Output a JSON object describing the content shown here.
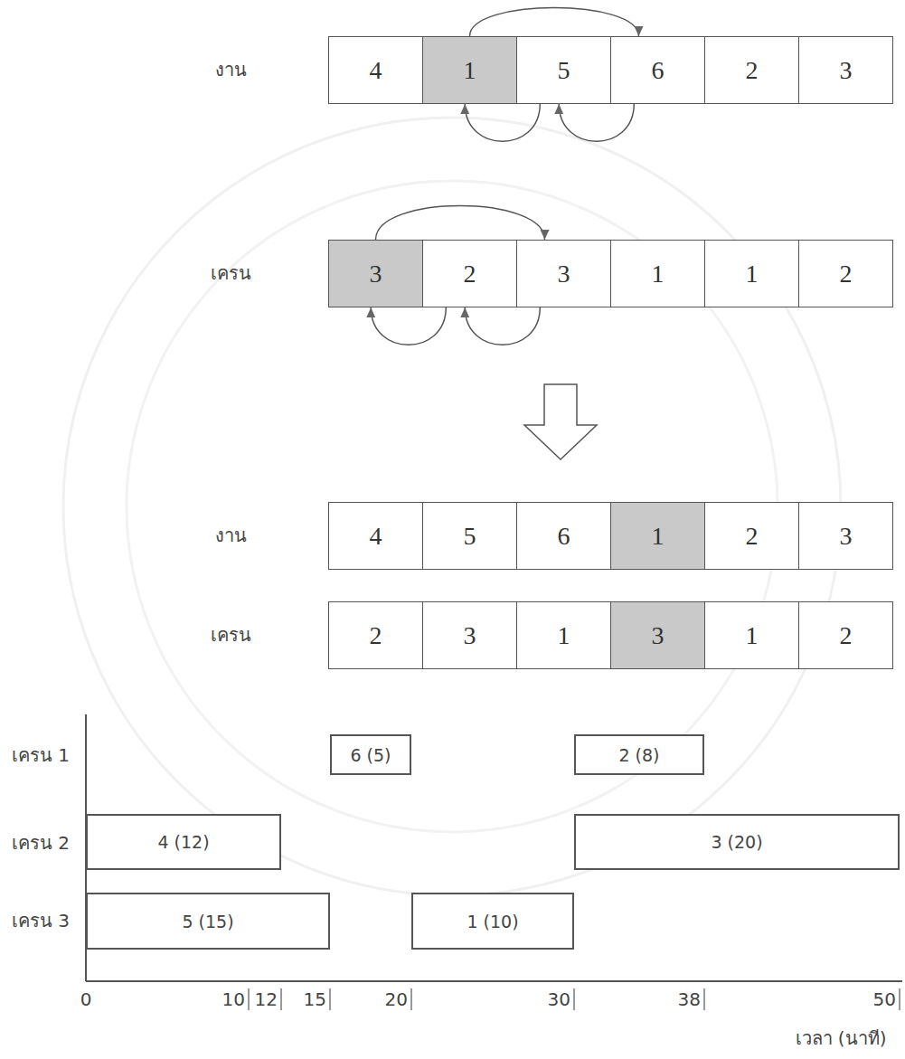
{
  "diagram": {
    "nodes": [
      {
        "text": [
          "4"
        ]
      },
      {
        "text": [
          "1"
        ]
      },
      {
        "text": [
          "5"
        ]
      },
      {
        "text": [
          "6"
        ]
      },
      {
        "text": [
          "2"
        ]
      },
      {
        "text": [
          "3"
        ]
      },
      {
        "text": [
          "3"
        ]
      },
      {
        "text": [
          "2"
        ]
      },
      {
        "text": [
          "3"
        ]
      },
      {
        "text": [
          "1"
        ]
      },
      {
        "text": [
          "1"
        ]
      },
      {
        "text": [
          "2"
        ]
      },
      {
        "text": [
          "4"
        ]
      },
      {
        "text": [
          "5"
        ]
      },
      {
        "text": [
          "6"
        ]
      },
      {
        "text": [
          "1"
        ]
      },
      {
        "text": [
          "2"
        ]
      },
      {
        "text": [
          "3"
        ]
      },
      {
        "text": [
          "2"
        ]
      },
      {
        "text": [
          "3"
        ]
      },
      {
        "text": [
          "1"
        ]
      },
      {
        "text": [
          "3"
        ]
      },
      {
        "text": [
          "1"
        ]
      },
      {
        "text": [
          "2"
        ]
      },
      {
        "text": [
          "6 (5)"
        ]
      },
      {
        "text": [
          "2 (8)"
        ]
      },
      {
        "text": [
          "4 (12)"
        ]
      },
      {
        "text": [
          "3 (20)"
        ]
      },
      {
        "text": [
          "5 (15)"
        ]
      },
      {
        "text": [
          "1 (10)"
        ]
      }
    ],
    "edges": [
      {
        "from": 1,
        "to": 3,
        "arrow": "to"
      },
      {
        "from": 3,
        "to": 2,
        "arrow": "to"
      },
      {
        "from": 2,
        "to": 1,
        "arrow": "to"
      },
      {
        "from": 6,
        "to": 8,
        "arrow": "to"
      },
      {
        "from": 8,
        "to": 7,
        "arrow": "to"
      },
      {
        "from": 7,
        "to": 6,
        "arrow": "to"
      }
    ],
    "labels": [
      "งาน",
      "เครน",
      "งาน",
      "เครน",
      "เครน 1",
      "เครน 2",
      "เครน 3",
      "0",
      "10",
      "12",
      "15",
      "20",
      "30",
      "38",
      "50",
      "เวลา (นาที)"
    ]
  }
}
